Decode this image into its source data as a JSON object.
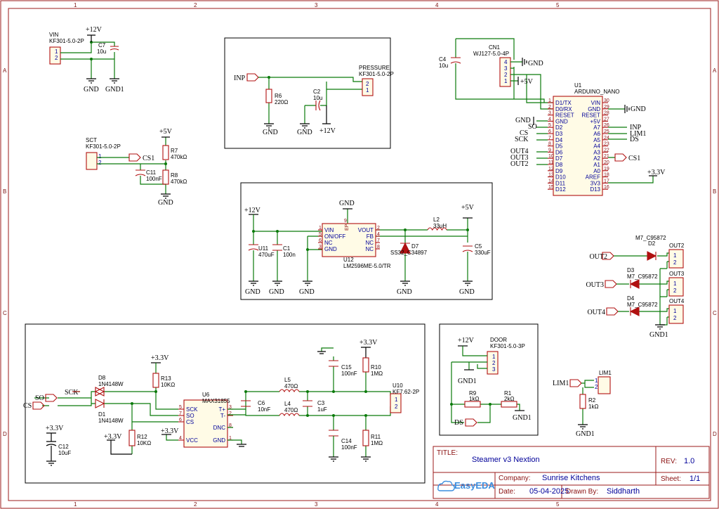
{
  "title_block": {
    "title_label": "TITLE:",
    "title": "Steamer v3 Nextion",
    "rev_label": "REV:",
    "rev": "1.0",
    "company_label": "Company:",
    "company": "Sunrise Kitchens",
    "sheet_label": "Sheet:",
    "sheet": "1/1",
    "date_label": "Date:",
    "date": "05-04-2025",
    "drawn_label": "Drawn By:",
    "drawn": "Siddharth",
    "logo": "EasyEDA"
  },
  "grid": {
    "columns": [
      "1",
      "2",
      "3",
      "4",
      "5"
    ],
    "rows": [
      "A",
      "B",
      "C",
      "D"
    ]
  },
  "colors": {
    "frame": "#9b1b1b",
    "wire": "#0a7a0a",
    "component": "#b01010",
    "pin_text": "#000099",
    "logo": "#3a8dde"
  },
  "vin_block": {
    "connector_ref": "VIN",
    "connector_val": "KF301-5.0-2P",
    "pins": [
      "1",
      "2"
    ],
    "supply": "+12V",
    "cap_ref": "C7",
    "cap_val": "10u",
    "gnd": "GND",
    "gnd1": "GND1"
  },
  "pressure_block": {
    "net_inp": "INP",
    "r_ref": "R6",
    "r_val": "220Ω",
    "c_ref": "C2",
    "c_val": "10u",
    "conn_ref": "PRESSURE",
    "conn_val": "KF301-5.0-2P",
    "pins": [
      "2",
      "1"
    ],
    "gnd_a": "GND",
    "gnd_b": "GND",
    "supply": "+12V"
  },
  "cn1_block": {
    "cap_ref": "C4",
    "cap_val": "10u",
    "conn_ref": "CN1",
    "conn_val": "WJ127-5.0-4P",
    "pins": [
      "4",
      "3",
      "2",
      "1"
    ],
    "gnd": "GND",
    "supply": "+5V"
  },
  "arduino": {
    "ref": "U1",
    "val": "ARDUINO_NANO",
    "left_pins": [
      {
        "num": "1",
        "name": "D1/TX"
      },
      {
        "num": "2",
        "name": "D0/RX"
      },
      {
        "num": "3",
        "name": "RESET"
      },
      {
        "num": "4",
        "name": "GND"
      },
      {
        "num": "5",
        "name": "D2"
      },
      {
        "num": "6",
        "name": "D3"
      },
      {
        "num": "7",
        "name": "D4"
      },
      {
        "num": "8",
        "name": "D5"
      },
      {
        "num": "9",
        "name": "D6"
      },
      {
        "num": "10",
        "name": "D7"
      },
      {
        "num": "11",
        "name": "D8"
      },
      {
        "num": "12",
        "name": "D9"
      },
      {
        "num": "13",
        "name": "D10"
      },
      {
        "num": "14",
        "name": "D11"
      },
      {
        "num": "15",
        "name": "D12"
      }
    ],
    "right_pins": [
      {
        "num": "30",
        "name": "VIN"
      },
      {
        "num": "29",
        "name": "GND"
      },
      {
        "num": "28",
        "name": "RESET"
      },
      {
        "num": "27",
        "name": "+5V"
      },
      {
        "num": "26",
        "name": "A7"
      },
      {
        "num": "25",
        "name": "A6"
      },
      {
        "num": "24",
        "name": "A5"
      },
      {
        "num": "23",
        "name": "A4"
      },
      {
        "num": "22",
        "name": "A3"
      },
      {
        "num": "21",
        "name": "A2"
      },
      {
        "num": "20",
        "name": "A1"
      },
      {
        "num": "19",
        "name": "A0"
      },
      {
        "num": "18",
        "name": "AREF"
      },
      {
        "num": "17",
        "name": "3V3"
      },
      {
        "num": "16",
        "name": "D13"
      }
    ],
    "net_gnd_left": "GND",
    "net_gnd_right": "GND",
    "nets_left": [
      "SO",
      "CS",
      "SCK",
      "OUT4",
      "OUT3",
      "OUT2"
    ],
    "nets_right": [
      "INP",
      "LIM1",
      "DS",
      "CS1"
    ],
    "supply_3v3": "+3.3V"
  },
  "sct_block": {
    "conn_ref": "SCT",
    "conn_val": "KF301-5.0-2P",
    "pins": [
      "1",
      "2"
    ],
    "net_cs1": "CS1",
    "supply": "+5V",
    "r7_ref": "R7",
    "r7_val": "470kΩ",
    "c11_ref": "C11",
    "c11_val": "100nF",
    "r8_ref": "R8",
    "r8_val": "470kΩ",
    "gnd": "GND"
  },
  "regulator": {
    "supply_in": "+12V",
    "supply_out": "+5V",
    "top_gnd": "GND",
    "u11_ref": "U11",
    "u11_val": "470uF",
    "c1_ref": "C1",
    "c1_val": "100n",
    "u12_ref": "U12",
    "u12_val": "LM2596ME-5.0/TR",
    "u12_left": [
      {
        "num": "1",
        "name": "VIN"
      },
      {
        "num": "5",
        "name": "ON/OFF"
      },
      {
        "num": "6",
        "name": "NC"
      },
      {
        "num": "3",
        "name": "GND"
      }
    ],
    "u12_right": [
      {
        "num": "2",
        "name": "VOUT"
      },
      {
        "num": "4",
        "name": "FB"
      },
      {
        "num": "7",
        "name": "NC"
      },
      {
        "num": "8",
        "name": "NC"
      }
    ],
    "u12_ep": "EP",
    "u12_ep_num": "9",
    "l2_ref": "L2",
    "l2_val": "33uH",
    "d7_ref": "D7",
    "d7_val": "SS32_C34897",
    "c5_ref": "C5",
    "c5_val": "330uF",
    "gnds": [
      "GND",
      "GND",
      "GND",
      "GND",
      "GND"
    ]
  },
  "outputs": {
    "d2_ref": "D2",
    "d3_ref": "D3",
    "d4_ref": "D4",
    "d_val": "M7_C95872",
    "nets": [
      "OUT2",
      "OUT3",
      "OUT4"
    ],
    "conns": [
      "OUT2",
      "OUT3",
      "OUT4"
    ],
    "pins": [
      "1",
      "2"
    ],
    "gnd": "GND1"
  },
  "thermo": {
    "supply_top": "+3.3V",
    "r13_ref": "R13",
    "r13_val": "10KΩ",
    "d8_ref": "D8",
    "d8_val": "1N4148W",
    "d1_ref": "D1",
    "d1_val": "1N4148W",
    "net_sck": "SCK",
    "net_so": "SO",
    "net_cs": "CS",
    "u6_ref": "U6",
    "u6_val": "MAX31855",
    "u6_left": [
      {
        "num": "5",
        "name": "SCK"
      },
      {
        "num": "7",
        "name": "SO"
      },
      {
        "num": "6",
        "name": "CS"
      },
      {
        "num": "4",
        "name": "VCC"
      }
    ],
    "u6_right": [
      {
        "num": "3",
        "name": "T+"
      },
      {
        "num": "2",
        "name": "T-"
      },
      {
        "num": "8",
        "name": "DNC"
      },
      {
        "num": "1",
        "name": "GND"
      }
    ],
    "r12_ref": "R12",
    "r12_val": "10KΩ",
    "supply_r12": "+3.3V",
    "supply_vcc": "+3.3V",
    "c12_ref": "C12",
    "c12_val": "10uF",
    "supply_c12": "+3.3V",
    "c6_ref": "C6",
    "c6_val": "10nF",
    "l5_ref": "L5",
    "l5_val": "470Ω",
    "l4_ref": "L4",
    "l4_val": "470Ω",
    "c15_ref": "C15",
    "c15_val": "100nF",
    "c3_ref": "C3",
    "c3_val": "1uF",
    "c14_ref": "C14",
    "c14_val": "100nF",
    "r10_ref": "R10",
    "r10_val": "1MΩ",
    "r11_ref": "R11",
    "r11_val": "1MΩ",
    "supply_r10": "+3.3V",
    "u10_ref": "U10",
    "u10_val": "KF7.62-2P",
    "u10_pins": [
      "1",
      "2"
    ]
  },
  "door": {
    "supply": "+12V",
    "conn_ref": "DOOR",
    "conn_val": "KF301-5.0-3P",
    "pins": [
      "1",
      "2",
      "3"
    ],
    "gnd": "GND1",
    "r9_ref": "R9",
    "r9_val": "1kΩ",
    "r1_ref": "R1",
    "r1_val": "2kΩ",
    "net_ds": "DS",
    "gnd2": "GND1"
  },
  "lim": {
    "net": "LIM1",
    "conn_ref": "LIM1",
    "pins": [
      "1",
      "2"
    ],
    "r2_ref": "R2",
    "r2_val": "1kΩ",
    "gnd": "GND1"
  }
}
